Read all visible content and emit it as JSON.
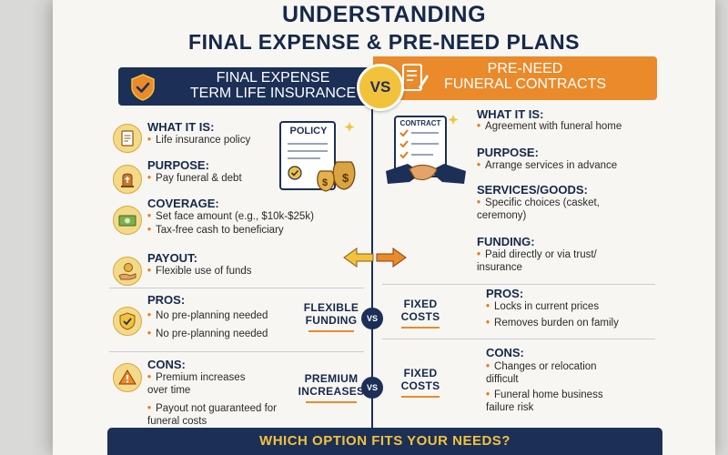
{
  "title": {
    "line1": "UNDERSTANDING",
    "line2": "FINAL EXPENSE & PRE-NEED PLANS"
  },
  "vs": "VS",
  "left": {
    "header_line1": "FINAL EXPENSE",
    "header_line2": "TERM LIFE INSURANCE",
    "sections": [
      {
        "title": "WHAT IT IS:",
        "items": [
          "Life insurance policy"
        ]
      },
      {
        "title": "PURPOSE:",
        "items": [
          "Pay funeral & debt"
        ]
      },
      {
        "title": "COVERAGE:",
        "items": [
          "Set face amount (e.g., $10k-$25k)",
          "Tax-free cash to beneficiary"
        ]
      },
      {
        "title": "PAYOUT:",
        "items": [
          "Flexible use of funds"
        ]
      },
      {
        "title": "PROS:",
        "items": [
          "No pre-planning needed",
          "No pre-planning needed"
        ]
      },
      {
        "title": "CONS:",
        "items": [
          "Premium increases over time",
          "Payout not guaranteed for funeral costs"
        ]
      }
    ],
    "policy_label": "POLICY"
  },
  "right": {
    "header_line1": "PRE-NEED",
    "header_line2": "FUNERAL CONTRACTS",
    "contract_label": "CONTRACT",
    "sections": [
      {
        "title": "WHAT IT IS:",
        "items": [
          "Agreement with funeral home"
        ]
      },
      {
        "title": "PURPOSE:",
        "items": [
          "Arrange services in advance"
        ]
      },
      {
        "title": "SERVICES/GOODS:",
        "items": [
          "Specific choices (casket, ceremony)"
        ]
      },
      {
        "title": "FUNDING:",
        "items": [
          "Paid directly or via trust/ insurance"
        ]
      },
      {
        "title": "PROS:",
        "items": [
          "Locks in current prices",
          "Removes burden on family"
        ]
      },
      {
        "title": "CONS:",
        "items": [
          "Changes or relocation difficult",
          "Funeral home business failure risk"
        ]
      }
    ]
  },
  "compare": {
    "pros_left_1": "FLEXIBLE",
    "pros_left_2": "FUNDING",
    "pros_right_1": "FIXED",
    "pros_right_2": "COSTS",
    "cons_left_1": "PREMIUM",
    "cons_left_2": "INCREASES",
    "cons_right_1": "FIXED",
    "cons_right_2": "COSTS"
  },
  "footer": "WHICH OPTION FITS YOUR NEEDS?",
  "colors": {
    "navy": "#1c2f56",
    "orange": "#ea8a2b",
    "gold": "#f2c23c"
  }
}
